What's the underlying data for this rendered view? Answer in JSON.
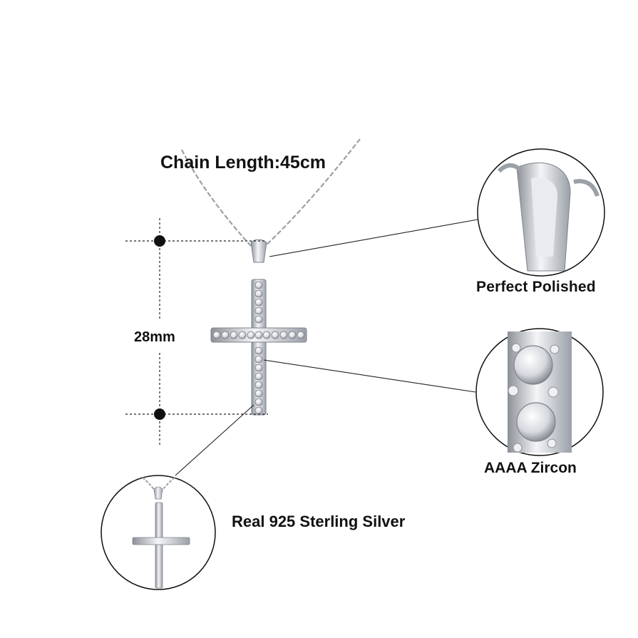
{
  "labels": {
    "chain_length": "Chain Length:45cm",
    "pendant_height": "28mm",
    "finish": "Perfect  Polished",
    "stone": "AAAA  Zircon",
    "material": "Real 925  Sterling  Silver"
  },
  "colors": {
    "background": "#ffffff",
    "text": "#111111",
    "silver": "#c9ccd1",
    "silver_dark": "#8d9198",
    "line": "#222222"
  }
}
